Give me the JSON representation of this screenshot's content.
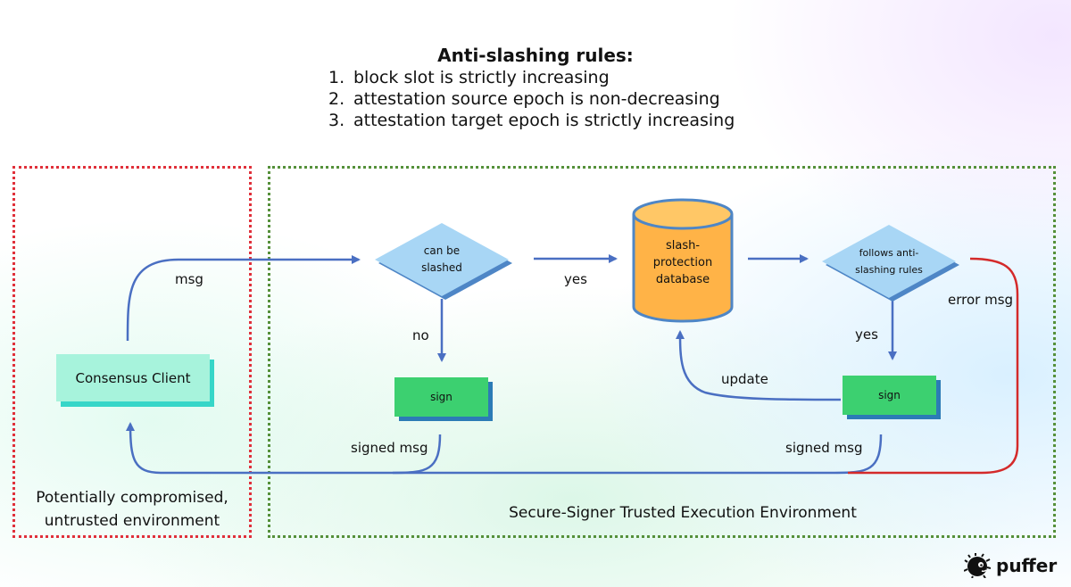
{
  "rules": {
    "title": "Anti-slashing rules:",
    "items": [
      {
        "num": "1.",
        "text": "block slot is strictly increasing"
      },
      {
        "num": "2.",
        "text": "attestation source epoch is non-decreasing"
      },
      {
        "num": "3.",
        "text": "attestation target epoch is strictly increasing"
      }
    ]
  },
  "zones": {
    "untrusted": {
      "line1": "Potentially compromised,",
      "line2": "untrusted environment",
      "color": "#e0303a"
    },
    "trusted": {
      "label": "Secure-Signer Trusted Execution Environment",
      "color": "#55903a"
    }
  },
  "nodes": {
    "consensus_client": "Consensus Client",
    "can_be_slashed": {
      "line1": "can be",
      "line2": "slashed"
    },
    "slash_db": {
      "line1": "slash-",
      "line2": "protection",
      "line3": "database"
    },
    "follows_rules": {
      "line1": "follows anti-",
      "line2": "slashing rules"
    },
    "sign_left": "sign",
    "sign_right": "sign"
  },
  "edges": {
    "msg": "msg",
    "yes_to_db": "yes",
    "no": "no",
    "yes_to_sign": "yes",
    "update": "update",
    "error_msg": "error msg",
    "signed_msg_left": "signed msg",
    "signed_msg_right": "signed msg"
  },
  "logo": {
    "text": "puffer"
  },
  "colors": {
    "arrow_blue": "#4a6fc2",
    "arrow_red": "#d42a2a",
    "diamond_fill": "#a8d6f5",
    "sign_fill": "#3cd070",
    "db_fill": "#ffb347",
    "client_fill": "#a7f3dc"
  }
}
